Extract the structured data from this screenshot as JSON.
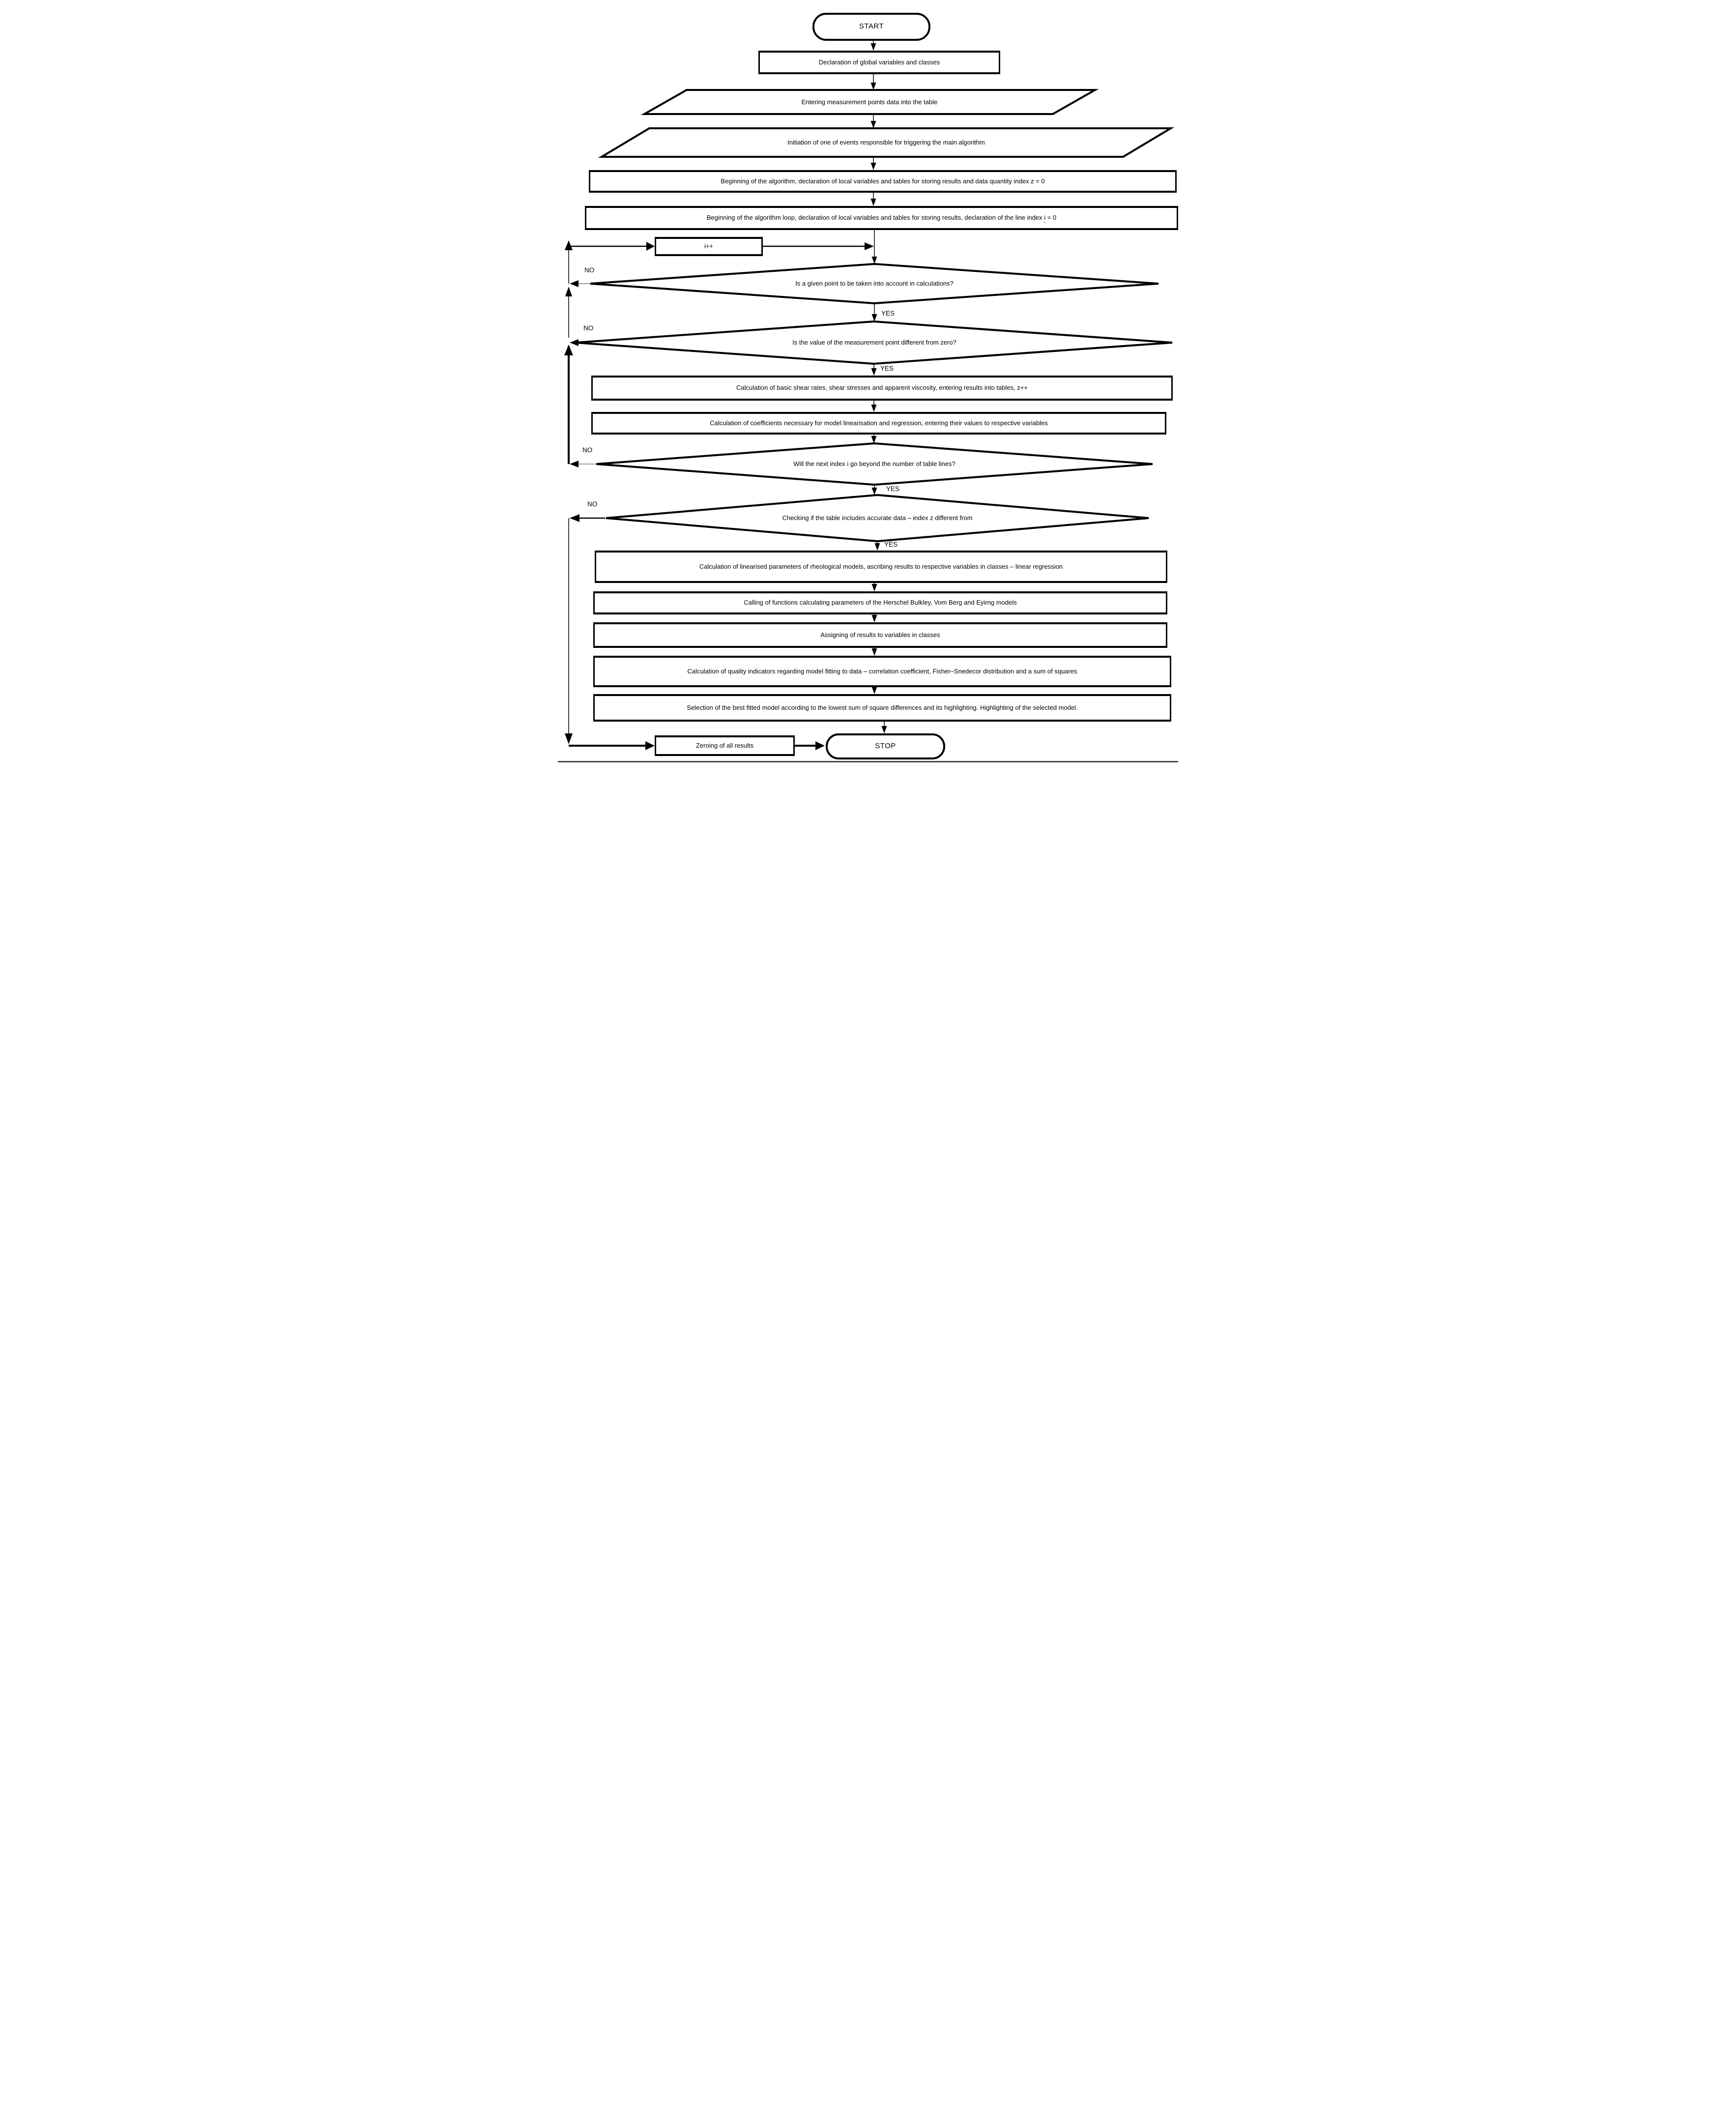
{
  "flowchart": {
    "edge_labels": {
      "yes": "YES",
      "no": "NO"
    },
    "terminals": {
      "start": "START",
      "stop": "STOP"
    },
    "io": {
      "entering_data": "Entering measurement points data into the table",
      "initiation_event": "Initiation of one of events responsible for triggering the main algorithm"
    },
    "process": {
      "declare_globals": "Declaration of global variables and classes",
      "begin_algorithm": "Beginning of the algorithm,  declaration of local variables and tables for storing results and data quantity index z = 0",
      "begin_loop_prefix": "Beginning of the algorithm loop,  declaration of local variables and tables for storing results, declaration of the line index",
      "begin_loop_var": "i",
      "begin_loop_suffix": "= 0",
      "increment": "i++",
      "calc_basic": "Calculation of basic shear rates, shear stresses and apparent viscosity, entering results into tables, z++",
      "calc_coeffs": "Calculation of coefficients necessary for model linearisation and regression, entering their values to respective variables",
      "calc_linearised": "Calculation of linearised parameters of rheological models, ascribing results to respective variables in classes – linear regression",
      "calling_functions": "Calling of functions calculating parameters of the Herschel  Bulkley, Vom Berg and Eyirng models",
      "assigning": "Assigning of results to variables in classes",
      "calc_quality": "Calculation of quality indicators regarding model fitting to data – correlation coefficient, Fisher–Snedecor distribution and a sum of squares",
      "selection": "Selection of the best fitted model according to the lowest sum of square differences and its highlighting. Highlighting of the selected model.",
      "zeroing": "Zeroing of all results"
    },
    "decisions": {
      "point_in_calc": "Is a given point to be taken into account in calculations?",
      "value_nonzero": "Is the value of the measurement point different from zero?",
      "index_beyond": "Will the next index i go beyond the number of table lines?",
      "table_accurate": "Checking if the table includes accurate data – index z different from"
    }
  }
}
